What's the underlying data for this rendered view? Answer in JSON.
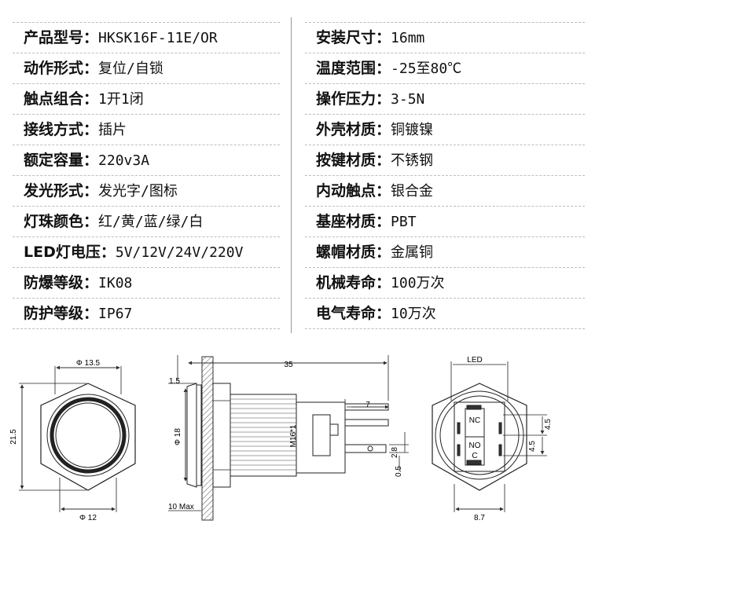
{
  "specs": {
    "left": [
      {
        "label": "产品型号：",
        "value": "HKSK16F-11E/OR"
      },
      {
        "label": "动作形式：",
        "value": "复位/自锁"
      },
      {
        "label": "触点组合：",
        "value": "1开1闭"
      },
      {
        "label": "接线方式：",
        "value": "插片"
      },
      {
        "label": "额定容量：",
        "value": "220v3A"
      },
      {
        "label": "发光形式：",
        "value": "发光字/图标"
      },
      {
        "label": "灯珠颜色：",
        "value": "红/黄/蓝/绿/白"
      },
      {
        "label": "LED灯电压：",
        "value": "5V/12V/24V/220V"
      },
      {
        "label": "防爆等级：",
        "value": "IK08"
      },
      {
        "label": "防护等级：",
        "value": "IP67"
      }
    ],
    "right": [
      {
        "label": "安装尺寸：",
        "value": "16mm"
      },
      {
        "label": "温度范围：",
        "value": "-25至80℃"
      },
      {
        "label": "操作压力：",
        "value": "3-5N"
      },
      {
        "label": "外壳材质：",
        "value": "铜镀镍"
      },
      {
        "label": "按键材质：",
        "value": "不锈钢"
      },
      {
        "label": "内动触点：",
        "value": "银合金"
      },
      {
        "label": "基座材质：",
        "value": "PBT"
      },
      {
        "label": "螺帽材质：",
        "value": "金属铜"
      },
      {
        "label": "机械寿命：",
        "value": "100万次"
      },
      {
        "label": "电气寿命：",
        "value": "10万次"
      }
    ]
  },
  "drawing": {
    "front": {
      "dim_top": "Φ 13.5",
      "dim_bottom": "Φ 12",
      "dim_left": "21.5"
    },
    "side": {
      "dim_total": "35",
      "dim_flange": "1.5",
      "dim_dia": "Φ 18",
      "dim_max": "10 Max",
      "thread": "M16*1",
      "dim_tab": "7",
      "dim_pin": "2.8",
      "dim_pin_t": "0.5"
    },
    "back": {
      "led": "LED",
      "nc": "NC",
      "no": "NO",
      "c": "C",
      "dim_a": "4.5",
      "dim_b": "4.5",
      "dim_w": "8.7"
    }
  }
}
